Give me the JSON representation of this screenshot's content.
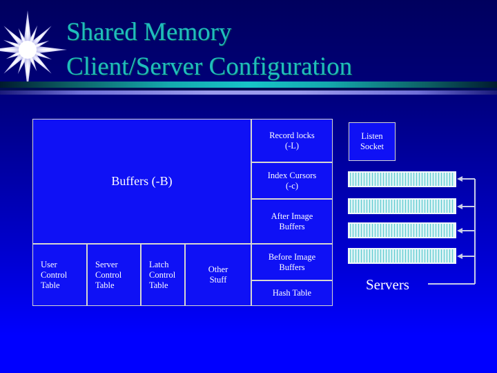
{
  "slide": {
    "title_lines": [
      "Shared Memory",
      "Client/Server Configuration"
    ],
    "title_color": "#1fbdbd",
    "background_top_color": "#00005e",
    "background_bottom_color": "#0000ff",
    "accent_bar_color": "#17c4c8",
    "accent_bar_secondary_color": "#9a9aec"
  },
  "diagram": {
    "shared_memory_region": {
      "buffers": "Buffers (-B)",
      "right_column": [
        {
          "line1": "Record locks",
          "line2": "(-L)"
        },
        {
          "line1": "Index Cursors",
          "line2": "(-c)"
        },
        {
          "line1": "After Image",
          "line2": "Buffers"
        },
        {
          "line1": "Before Image",
          "line2": "Buffers"
        },
        {
          "line1": "Hash Table",
          "line2": ""
        }
      ],
      "control_tables": [
        {
          "line1": "User",
          "line2": "Control",
          "line3": "Table"
        },
        {
          "line1": "Server",
          "line2": "Control",
          "line3": "Table"
        },
        {
          "line1": "Latch",
          "line2": "Control",
          "line3": "Table"
        },
        {
          "line1": "Other",
          "line2": "Stuff",
          "line3": ""
        }
      ]
    },
    "listen_socket": {
      "line1": "Listen",
      "line2": "Socket"
    },
    "servers_label": "Servers",
    "server_bars_count": 4,
    "server_bar_color": "#d8f2f4",
    "cell_fill_color": "#0f11f5",
    "cell_border_color": "#d8d8d0"
  }
}
